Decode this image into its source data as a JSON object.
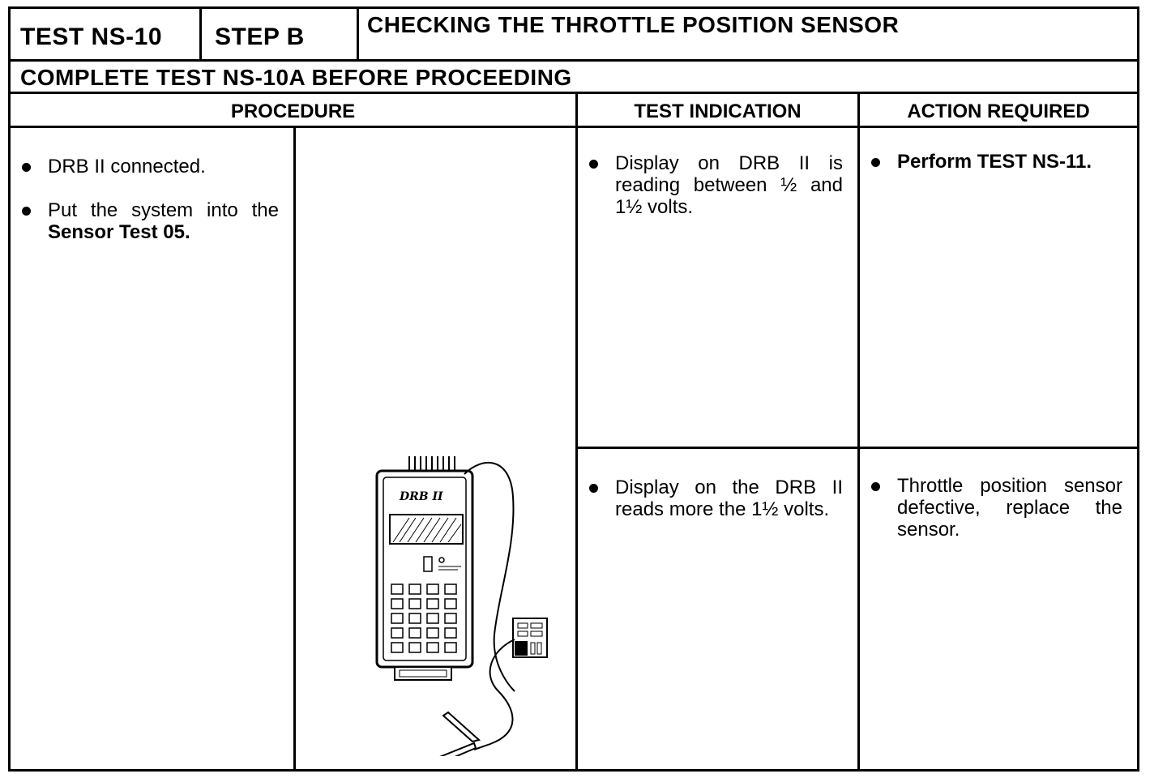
{
  "header": {
    "test_id": "TEST NS-10",
    "step": "STEP B",
    "title": "CHECKING THE THROTTLE POSITION SENSOR",
    "prerequisite": "COMPLETE TEST NS-10A BEFORE PROCEEDING"
  },
  "columns": {
    "procedure": "PROCEDURE",
    "test_indication": "TEST INDICATION",
    "action_required": "ACTION REQUIRED"
  },
  "procedure": {
    "step1": "DRB II connected.",
    "step2_prefix": "Put the system into the",
    "step2_bold": "Sensor Test 05."
  },
  "illustration": {
    "device_label": "DRB II",
    "icon": "drb-ii-scan-tool-icon"
  },
  "rows": [
    {
      "indication": "Display on DRB II is reading between ½ and 1½ volts.",
      "action": "Perform TEST NS-11."
    },
    {
      "indication": "Display on the DRB II reads more the 1½ volts.",
      "action": "Throttle position sensor defective, replace the sensor."
    }
  ]
}
